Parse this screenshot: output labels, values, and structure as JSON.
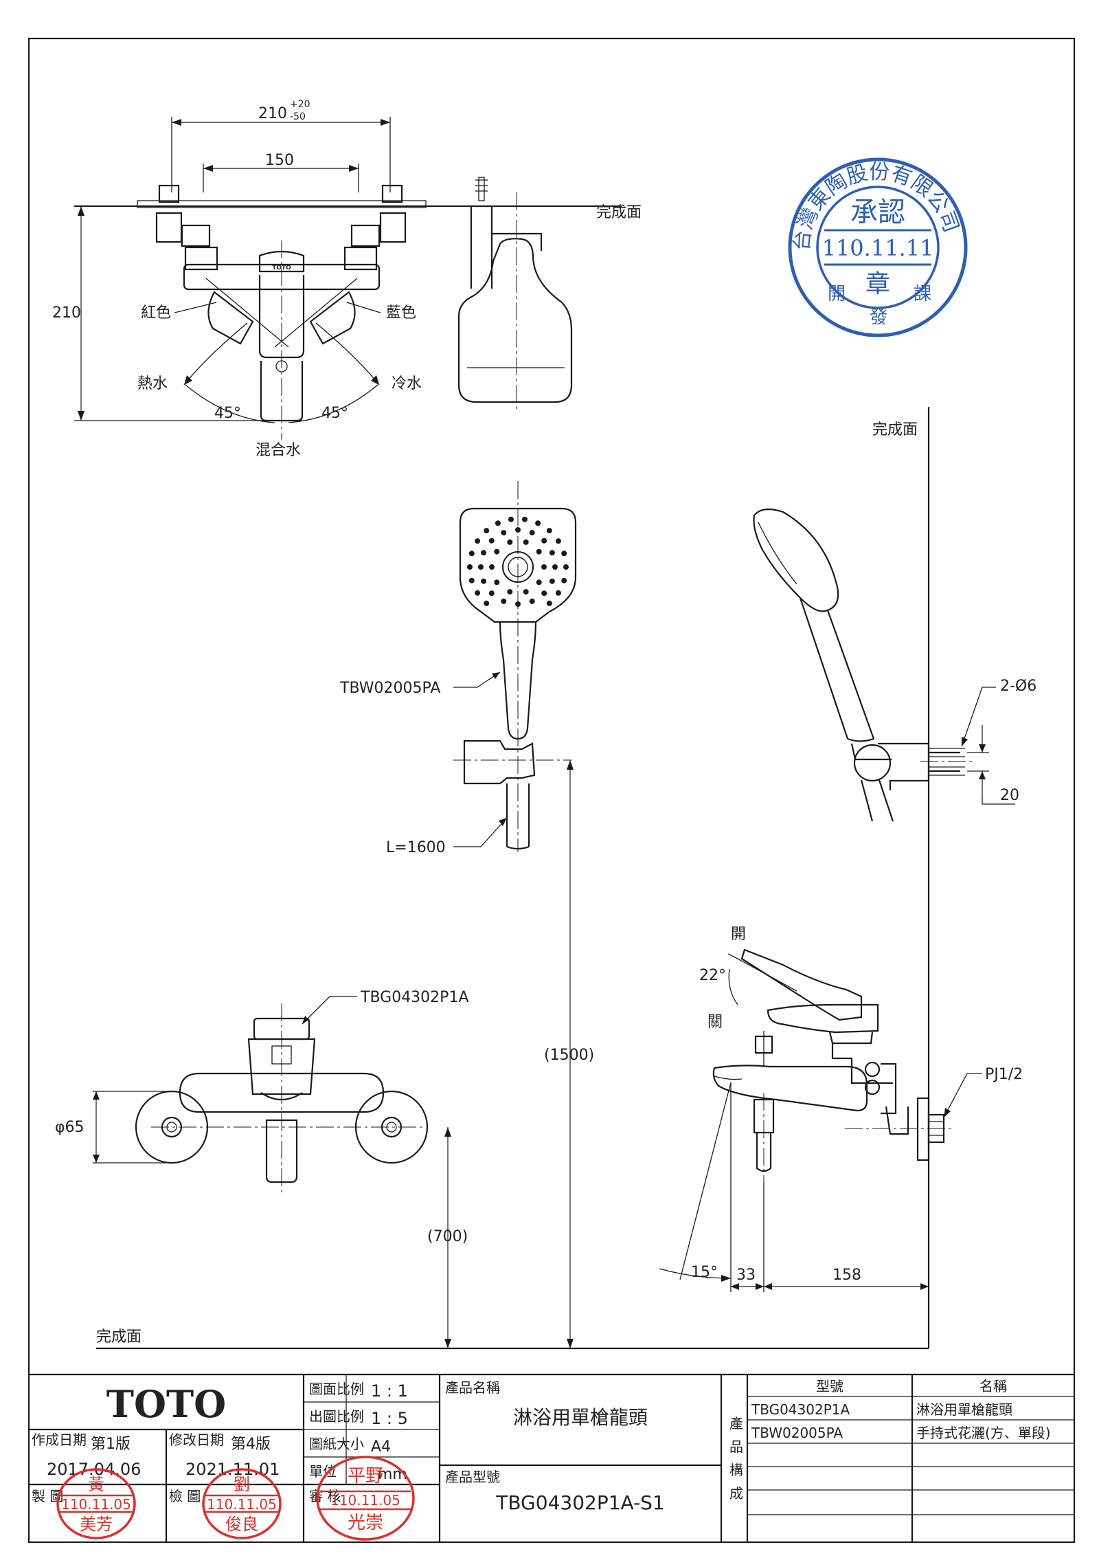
{
  "labels": {
    "dim_overall_width": "210",
    "dim_tol_plus": "+20",
    "dim_tol_minus": "-50",
    "dim_spacing": "150",
    "dim_height": "210",
    "finished_surface": "完成面",
    "red": "紅色",
    "blue": "藍色",
    "hot_water": "熱水",
    "cold_water": "冷水",
    "angle_left": "45°",
    "angle_right": "45°",
    "mixed_water": "混合水",
    "hand_shower_model": "TBW02005PA",
    "hose_length": "L=1600",
    "screw_spec": "2-Ø6",
    "screw_offset": "20",
    "faucet_model": "TBG04302P1A",
    "eccentric_diameter": "φ65",
    "install_height_shower": "(1500)",
    "install_height_faucet": "(700)",
    "open": "開",
    "close": "關",
    "lever_angle": "22°",
    "pipe_thread": "PJ1/2",
    "spout_angle": "15°",
    "dim_33": "33",
    "dim_158": "158"
  },
  "title_block": {
    "brand": "TOTO",
    "drawing_scale_label": "圖面比例",
    "drawing_scale": "1 : 1",
    "print_scale_label": "出圖比例",
    "print_scale": "1 : 5",
    "paper_size_label": "圖紙大小",
    "paper_size": "A4",
    "unit_label": "單位",
    "unit": "mm",
    "product_name_label": "產品名稱",
    "product_name": "淋浴用單槍龍頭",
    "product_model_label": "產品型號",
    "product_model": "TBG04302P1A-S1",
    "created_label": "作成日期",
    "created_version": "第1版",
    "created_date": "2017.04.06",
    "revised_label": "修改日期",
    "revised_version": "第4版",
    "revised_date": "2021.11.01",
    "drawn_label": "製 圖",
    "checked_label": "檢 圖",
    "reviewed_label": "審 核",
    "composition_label": [
      "產",
      "品",
      "構",
      "成"
    ],
    "components_header_model": "型號",
    "components_header_name": "名稱",
    "components": [
      {
        "model": "TBG04302P1A",
        "name": "淋浴用單槍龍頭"
      },
      {
        "model": "TBW02005PA",
        "name": "手持式花灑(方、單段)"
      }
    ]
  },
  "stamps": {
    "approval_top": "台灣東陶股份有限公司",
    "approval_center": "承認",
    "approval_date": "110.11.11",
    "approval_mark": "章",
    "approval_bottom_left": "開",
    "approval_bottom_right": "發",
    "approval_bottom_far": "課",
    "drawn_date": "110.11.05",
    "drawn_name": "美芳",
    "drawn_surname": "黃",
    "checked_date": "110.11.05",
    "checked_name": "俊良",
    "checked_surname": "劉",
    "reviewed_date": "110.11.05",
    "reviewed_name": "光崇",
    "reviewed_surname": "平野"
  },
  "colors": {
    "ink": "#1a1a1a",
    "stamp_blue": "#2f5fb0",
    "stamp_red": "#d8322e"
  }
}
